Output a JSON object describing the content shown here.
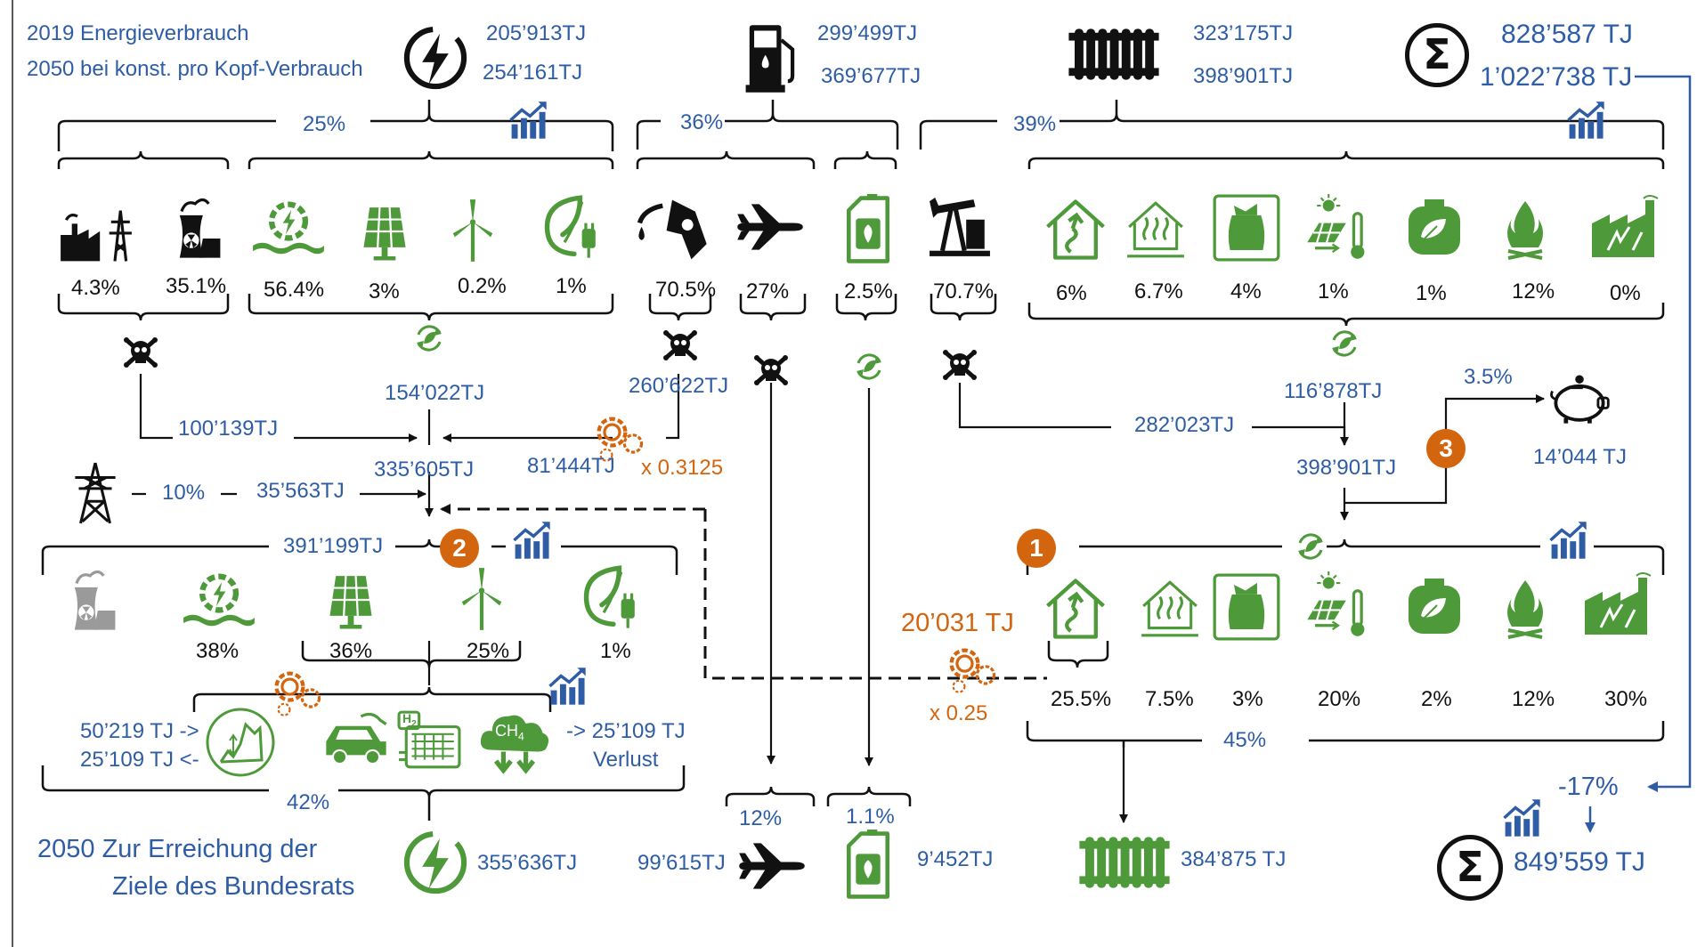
{
  "legend": {
    "year_2019": "2019 Energieverbrauch",
    "year_2050_const": "2050 bei konst. pro Kopf-Verbrauch"
  },
  "totals": {
    "electricity_2019": "205’913TJ",
    "electricity_2050": "254’161TJ",
    "fuel_2019": "299’499TJ",
    "fuel_2050": "369’677TJ",
    "heat_2019": "323’175TJ",
    "heat_2050": "398’901TJ",
    "sum_2019": "828’587 TJ",
    "sum_2050": "1’022’738 TJ"
  },
  "shares_top": {
    "electricity": "25%",
    "fuel": "36%",
    "heat": "39%"
  },
  "electricity_sources": {
    "fossil": "4.3%",
    "nuclear": "35.1%",
    "hydro": "56.4%",
    "solar": "3%",
    "wind": "0.2%",
    "bio": "1%"
  },
  "fuel_sources": {
    "petrol": "70.5%",
    "aviation": "27%",
    "biofuel": "2.5%"
  },
  "heat_sources": {
    "oil": "70.7%",
    "heatpump": "6%",
    "geothermal": "6.7%",
    "waste": "4%",
    "solarthermal": "1%",
    "biogas": "1%",
    "wood": "12%",
    "districtheat": "0%"
  },
  "flows": {
    "fossil_elec": "100’139TJ",
    "renew_elec": "154’022TJ",
    "petrol_fossil": "260’622TJ",
    "petrol_converted": "81’444TJ",
    "petrol_factor": "x 0.3125",
    "elec_subtotal": "335’605TJ",
    "grid_loss_pct": "10%",
    "grid_loss": "35’563TJ",
    "elec_total_2050": "391’199TJ",
    "renew_heat": "116’878TJ",
    "oil_heat": "282’023TJ",
    "heat_total": "398’901TJ",
    "savings_pct": "3.5%",
    "savings": "14’044 TJ",
    "heat_to_elec": "20’031 TJ",
    "heat_factor": "x 0.25"
  },
  "elec_2050_mix": {
    "hydro": "38%",
    "solar": "36%",
    "wind": "25%",
    "bio": "1%"
  },
  "storage": {
    "in": "50’219 TJ ->",
    "out": "25’109 TJ <-",
    "loss_value": "-> 25’109 TJ",
    "loss_label": "Verlust",
    "h2": "H",
    "h2_sub": "2",
    "ch4": "CH",
    "ch4_sub": "4",
    "share": "42%"
  },
  "heat_2050_mix": {
    "heatpump": "25.5%",
    "geothermal": "7.5%",
    "waste": "3%",
    "solarthermal": "20%",
    "biogas": "2%",
    "wood": "12%",
    "districtheat": "30%",
    "share": "45%"
  },
  "result_2050": {
    "title_line1": "2050  Zur Erreichung der",
    "title_line2": "Ziele des Bundesrats",
    "electricity": "355’636TJ",
    "aviation_pct": "12%",
    "aviation": "99’615TJ",
    "biofuel_pct": "1.1%",
    "biofuel": "9’452TJ",
    "heat": "384’875 TJ",
    "change": "-17%",
    "sum": "849’559 TJ"
  },
  "badges": {
    "b1": "1",
    "b2": "2",
    "b3": "3"
  },
  "sigma": "Σ",
  "colors": {
    "blue": "#2e5da6",
    "green": "#4e9a3a",
    "orange": "#d4650f",
    "grey": "#9a9a9a",
    "black": "#111111"
  },
  "icons": [
    "lightning-icon",
    "fuel-pump-icon",
    "radiator-icon",
    "sum-icon",
    "chart-growth-icon",
    "factory-pylon-icon",
    "nuclear-plant-icon",
    "hydro-icon",
    "solar-panel-icon",
    "wind-turbine-icon",
    "bio-plug-icon",
    "fuel-nozzle-icon",
    "airplane-icon",
    "bio-canister-icon",
    "oil-pump-icon",
    "heatpump-house-icon",
    "geothermal-house-icon",
    "waste-bag-icon",
    "solar-thermal-icon",
    "biogas-tank-icon",
    "wood-fire-icon",
    "district-heat-icon",
    "skull-icon",
    "recycle-leaf-icon",
    "gear-icon",
    "piggy-bank-icon",
    "pylon-icon",
    "storage-graph-icon",
    "electric-car-icon",
    "hydrogen-icon",
    "methane-cloud-icon"
  ]
}
